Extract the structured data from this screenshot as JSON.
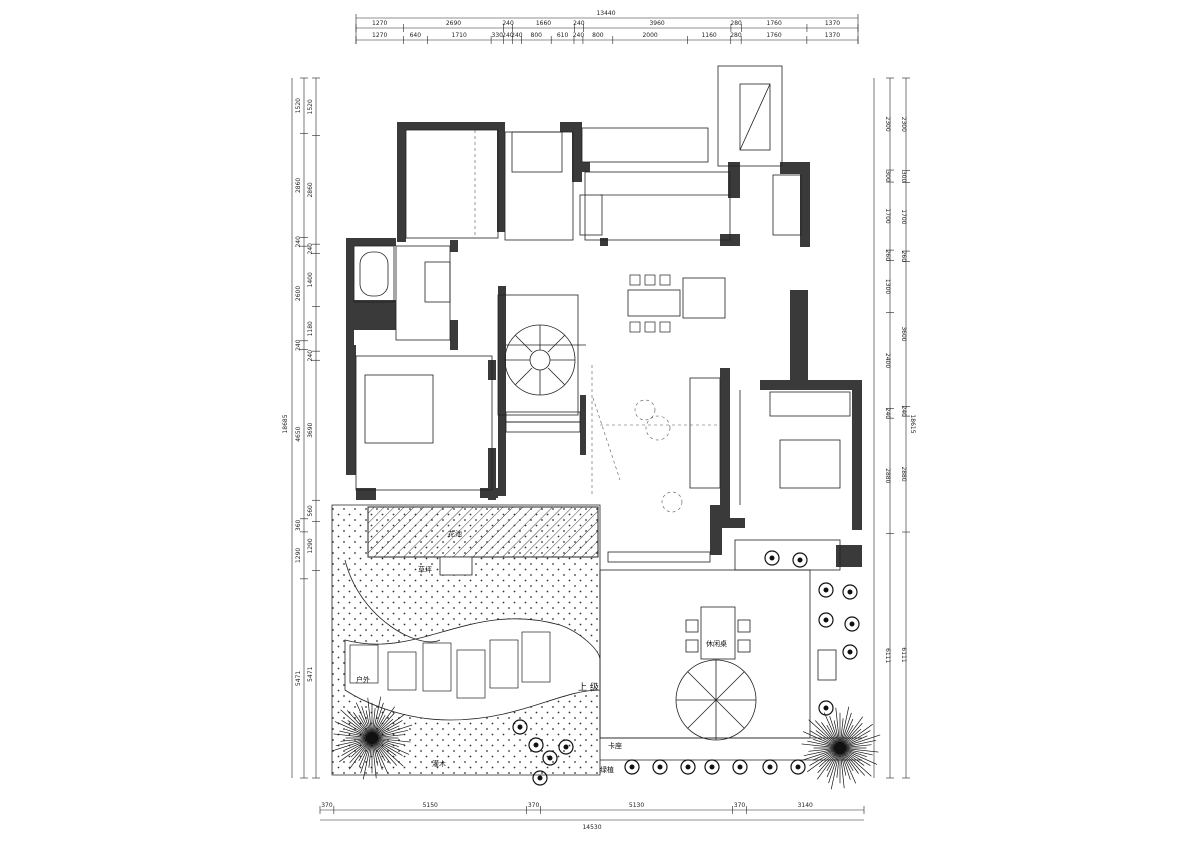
{
  "dimensions": {
    "top_overall": "13440",
    "top_row1": [
      "1270",
      "2690",
      "240",
      "1660",
      "240",
      "3960",
      "280",
      "1760",
      "1370"
    ],
    "top_row2": [
      "1270",
      "640",
      "1710",
      "330",
      "240",
      "240",
      "800",
      "610",
      "240",
      "800",
      "2000",
      "1160",
      "280",
      "1760",
      "1370"
    ],
    "bottom_row": [
      "370",
      "5150",
      "370",
      "5130",
      "370",
      "3140"
    ],
    "bottom_overall": "14530",
    "left_overall": "18685",
    "left_outer": [
      "1520",
      "2860",
      "240",
      "2600",
      "240",
      "4650",
      "360",
      "1290",
      "5471"
    ],
    "left_inner": [
      "1520",
      "2860",
      "240",
      "1400",
      "1180",
      "240",
      "3690",
      "560",
      "1290",
      "5471"
    ],
    "right_overall": "18615",
    "right_outer": [
      "2300",
      "300",
      "1700",
      "260",
      "1300",
      "2400",
      "240",
      "2880",
      "6111"
    ],
    "right_inner": [
      "2300",
      "300",
      "1700",
      "260",
      "3600",
      "240",
      "2880",
      "6111"
    ]
  },
  "labels": {
    "planter_upper": "花池",
    "lawn": "草坪",
    "outdoor": "户外",
    "up_steps": "上 级",
    "leisure_table": "休闲桌",
    "bench": "卡座",
    "shrub": "灌木",
    "green_plants": "绿植"
  },
  "colors": {
    "wall": "#3a3a3a",
    "line": "#222222",
    "dashed": "#555555",
    "hatch": "#444444",
    "paper": "#ffffff"
  }
}
